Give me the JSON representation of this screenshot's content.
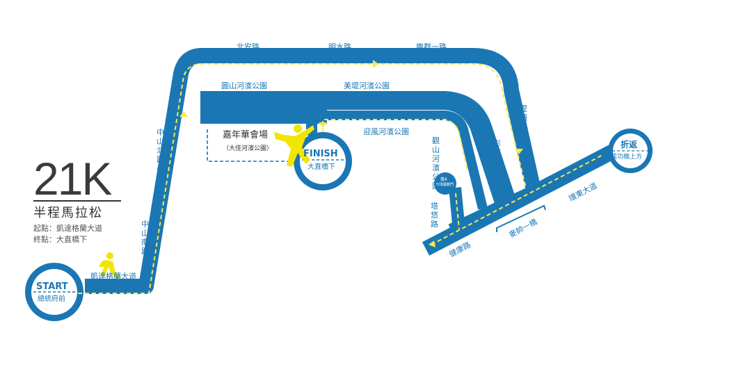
{
  "race": {
    "distance": "21K",
    "name": "半程馬拉松",
    "start_info": "起點：凱達格蘭大道",
    "finish_info": "終點：大直橋下"
  },
  "points": {
    "start_title": "START",
    "start_sub": "總統府前",
    "finish_title": "FINISH",
    "finish_sub": "大直橋下",
    "turn_title": "折返",
    "turn_sub": "成功橋上方",
    "carnival_title": "嘉年華會場",
    "carnival_sub": "（大佳河濱公園）",
    "station_title": "基6",
    "station_sub": "環境藝動門"
  },
  "roads": {
    "ketagalan": "凱達格蘭大道",
    "zhongshan_s": "中山南路",
    "zhongshan_n": "中山北路一至三段",
    "beian": "北安路",
    "mingshui": "明水路",
    "lequn": "樂群一路",
    "diding": "堤頂大道",
    "yuanshan_park": "圓山河濱公園",
    "meiti_park": "美堤河濱公園",
    "yingfeng_park": "迎風河濱公園",
    "guanshan_park": "觀山河濱公園",
    "caihong_park": "彩虹河濱公園",
    "tayou": "塔悠路",
    "jiankang": "健康路",
    "maishuai": "麥帥一橋",
    "huandong": "環東大道"
  },
  "colors": {
    "route_blue": "#1a77b4",
    "route_dash": "#f5ea4a",
    "runner_yellow": "#f2e500",
    "text_dark": "#333333"
  },
  "icons": [
    "runner-icon",
    "finisher-icon",
    "direction-arrow-icon"
  ]
}
